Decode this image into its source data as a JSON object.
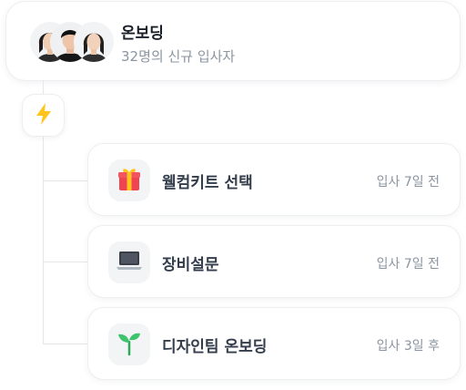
{
  "header": {
    "title": "온보딩",
    "subtitle": "32명의 신규 입사자",
    "avatars": [
      "avatar-woman",
      "avatar-man",
      "avatar-woman"
    ]
  },
  "trigger": {
    "icon": "lightning-icon",
    "color": "#ffc51d"
  },
  "tasks": [
    {
      "title": "웰컴키트 선택",
      "meta": "입사 7일 전",
      "icon": "gift-icon"
    },
    {
      "title": "장비설문",
      "meta": "입사 7일 전",
      "icon": "laptop-icon"
    },
    {
      "title": "디자인팀 온보딩",
      "meta": "입사 3일 후",
      "icon": "sprout-icon"
    }
  ],
  "colors": {
    "text_primary": "#191f28",
    "text_secondary": "#8b95a1",
    "border": "#eceef1",
    "icon_bg": "#f2f4f6",
    "gift_red": "#f04452",
    "leaf_green": "#3ec46d"
  }
}
